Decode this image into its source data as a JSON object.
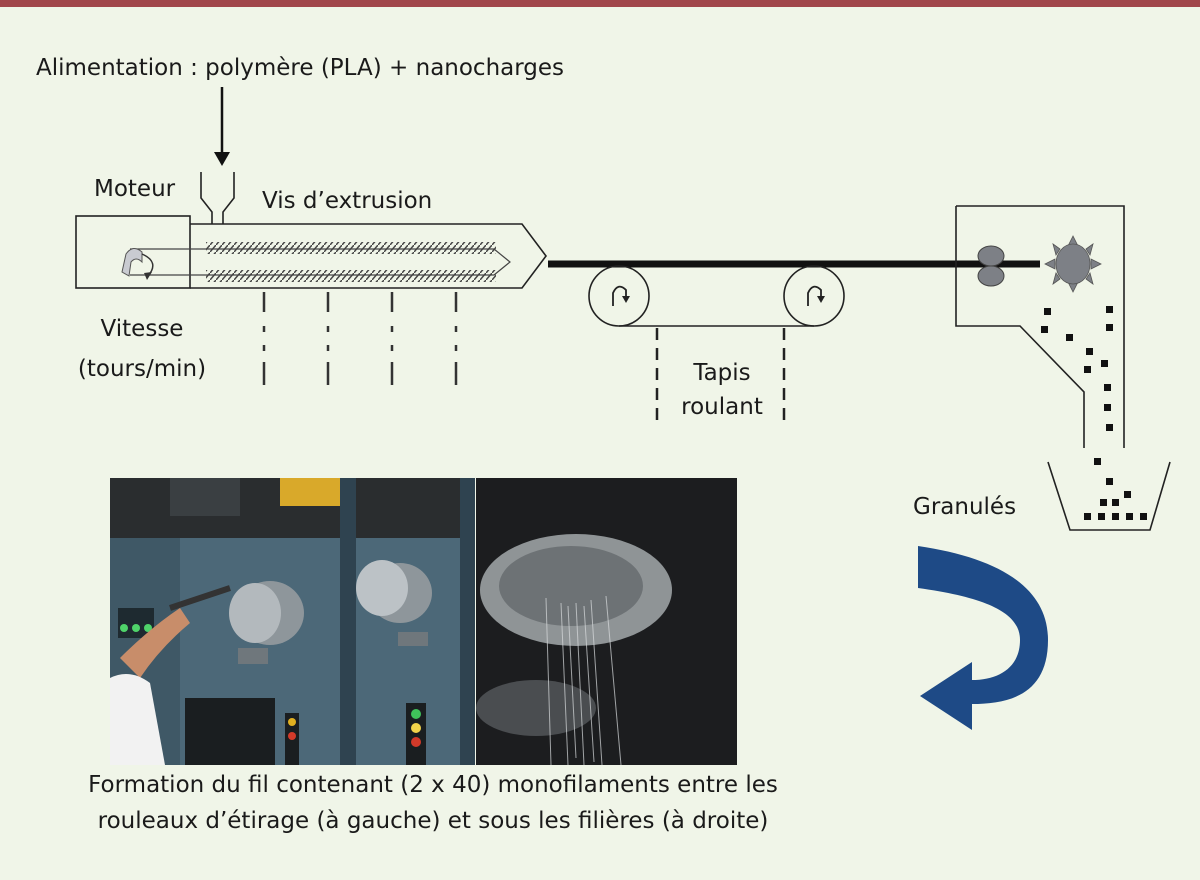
{
  "labels": {
    "feed": "Alimentation : polymère (PLA) + nanocharges",
    "motor": "Moteur",
    "screw": "Vis d’extrusion",
    "speed_line1": "Vitesse",
    "speed_line2": "(tours/min)",
    "belt_line1": "Tapis",
    "belt_line2": "roulant",
    "pellets": "Granulés",
    "caption_line1": "Formation du fil contenant (2 x 40) monofilaments entre les",
    "caption_line2": "rouleaux d’étirage (à gauche) et sous les filières (à droite)"
  },
  "colors": {
    "top_rule": "#a1464b",
    "background": "#f0f5e8",
    "arrow_blue": "#1e4a86",
    "line": "#1a1a1a"
  },
  "icons": {
    "rotation": "rotation-arrow-icon",
    "cutter": "cutter-blade-icon",
    "big_arrow": "curved-arrow-icon"
  }
}
